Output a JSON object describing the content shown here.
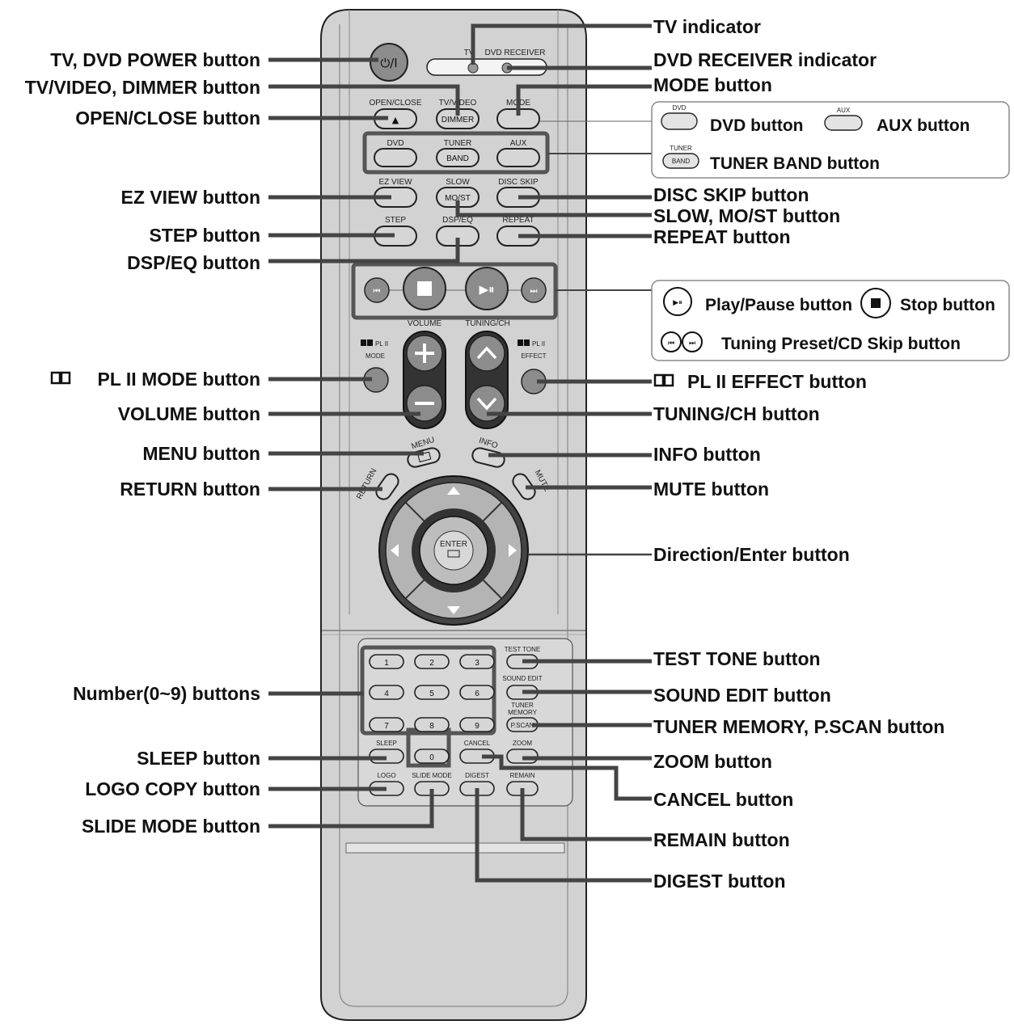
{
  "colors": {
    "remote_body": "#d2d2d2",
    "button": "#d6d6d6",
    "dark_button": "#8c8c8c",
    "callout_line": "#444444",
    "text": "#111111"
  },
  "remote": {
    "indicators": {
      "tv": "TV",
      "dvd_receiver": "DVD RECEIVER"
    },
    "top_labels": {
      "open_close": "OPEN/CLOSE",
      "tv_video": "TV/VIDEO",
      "mode": "MODE"
    },
    "dimmer": "DIMMER",
    "source_labels": {
      "dvd": "DVD",
      "tuner": "TUNER",
      "aux": "AUX"
    },
    "band": "BAND",
    "row3_labels": {
      "ez_view": "EZ VIEW",
      "slow": "SLOW",
      "disc_skip": "DISC SKIP"
    },
    "mo_st": "MO/ST",
    "row4_labels": {
      "step": "STEP",
      "dsp_eq": "DSP/EQ",
      "repeat": "REPEAT"
    },
    "volume": "VOLUME",
    "tuning_ch": "TUNING/CH",
    "pl2_mode": [
      "PL II",
      "MODE"
    ],
    "pl2_effect": [
      "PL II",
      "EFFECT"
    ],
    "menu": "MENU",
    "info": "INFO",
    "return": "RETURN",
    "mute": "MUTE",
    "enter": "ENTER",
    "numbers": [
      "1",
      "2",
      "3",
      "4",
      "5",
      "6",
      "7",
      "8",
      "9",
      "0"
    ],
    "test_tone": "TEST TONE",
    "sound_edit": "SOUND EDIT",
    "tuner_memory": [
      "TUNER",
      "MEMORY"
    ],
    "pscan": "P.SCAN",
    "sleep": "SLEEP",
    "cancel": "CANCEL",
    "zoom": "ZOOM",
    "logo": "LOGO",
    "slide_mode": "SLIDE MODE",
    "digest": "DIGEST",
    "remain": "REMAIN"
  },
  "callouts": {
    "left": {
      "power": "TV, DVD POWER button",
      "tv_video_dimmer": "TV/VIDEO, DIMMER button",
      "open_close": "OPEN/CLOSE button",
      "ez_view": "EZ VIEW button",
      "step": "STEP button",
      "dsp_eq": "DSP/EQ button",
      "pl2_mode": "PL II MODE button",
      "volume": "VOLUME button",
      "menu": "MENU button",
      "return": "RETURN button",
      "numbers": "Number(0~9) buttons",
      "sleep": "SLEEP button",
      "logo_copy": "LOGO COPY button",
      "slide_mode": "SLIDE MODE button"
    },
    "right": {
      "tv_indicator": "TV  indicator",
      "dvd_receiver_indicator": "DVD RECEIVER  indicator",
      "mode": "MODE button",
      "disc_skip": "DISC SKIP button",
      "slow_most": "SLOW, MO/ST button",
      "repeat": "REPEAT button",
      "pl2_effect": "PL II EFFECT button",
      "tuning_ch": "TUNING/CH button",
      "info": "INFO button",
      "mute": "MUTE button",
      "direction_enter": "Direction/Enter button",
      "test_tone": "TEST TONE button",
      "sound_edit": "SOUND EDIT button",
      "tuner_memory_pscan": "TUNER MEMORY, P.SCAN button",
      "zoom": "ZOOM button",
      "cancel": "CANCEL button",
      "remain": "REMAIN button",
      "digest": "DIGEST button"
    },
    "source_box": {
      "dvd_tag": "DVD",
      "dvd": "DVD button",
      "aux_tag": "AUX",
      "aux": "AUX button",
      "tuner_tag": "TUNER",
      "band_tag": "BAND",
      "tuner_band": "TUNER BAND button"
    },
    "transport_box": {
      "play_pause": "Play/Pause button",
      "stop": "Stop button",
      "tuning_preset": "Tuning Preset/CD Skip button"
    }
  }
}
